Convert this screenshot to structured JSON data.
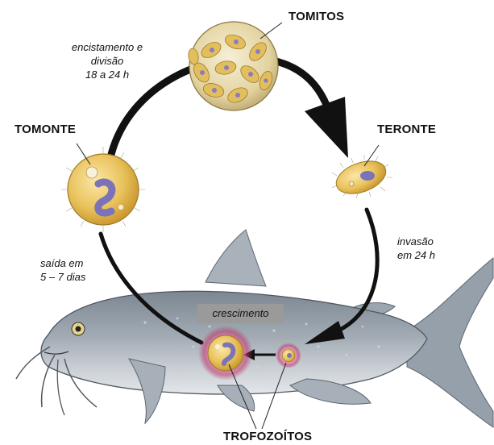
{
  "diagram": {
    "stages": {
      "tomitos": "TOMITOS",
      "teronte": "TERONTE",
      "tomonte": "TOMONTE",
      "trofozoitos": "TROFOZOÍTOS"
    },
    "notes": {
      "encistamento_line1": "encistamento  e",
      "encistamento_line2": "divisão",
      "encistamento_line3": "18 a 24 h",
      "invasao_line1": "invasão",
      "invasao_line2": "em 24 h",
      "saida_line1": "saída em",
      "saida_line2": "5 – 7 dias",
      "crescimento": "crescimento"
    },
    "colors": {
      "cycle_arrow": "#111111",
      "cell_body": "#e9c25c",
      "cell_nucleus": "#7b73b8",
      "fish_body": "#9aa3ad",
      "fish_belly": "#dfe3e6",
      "trophont_halo": "#c0306a",
      "label_box": "#9a9a9a"
    }
  }
}
